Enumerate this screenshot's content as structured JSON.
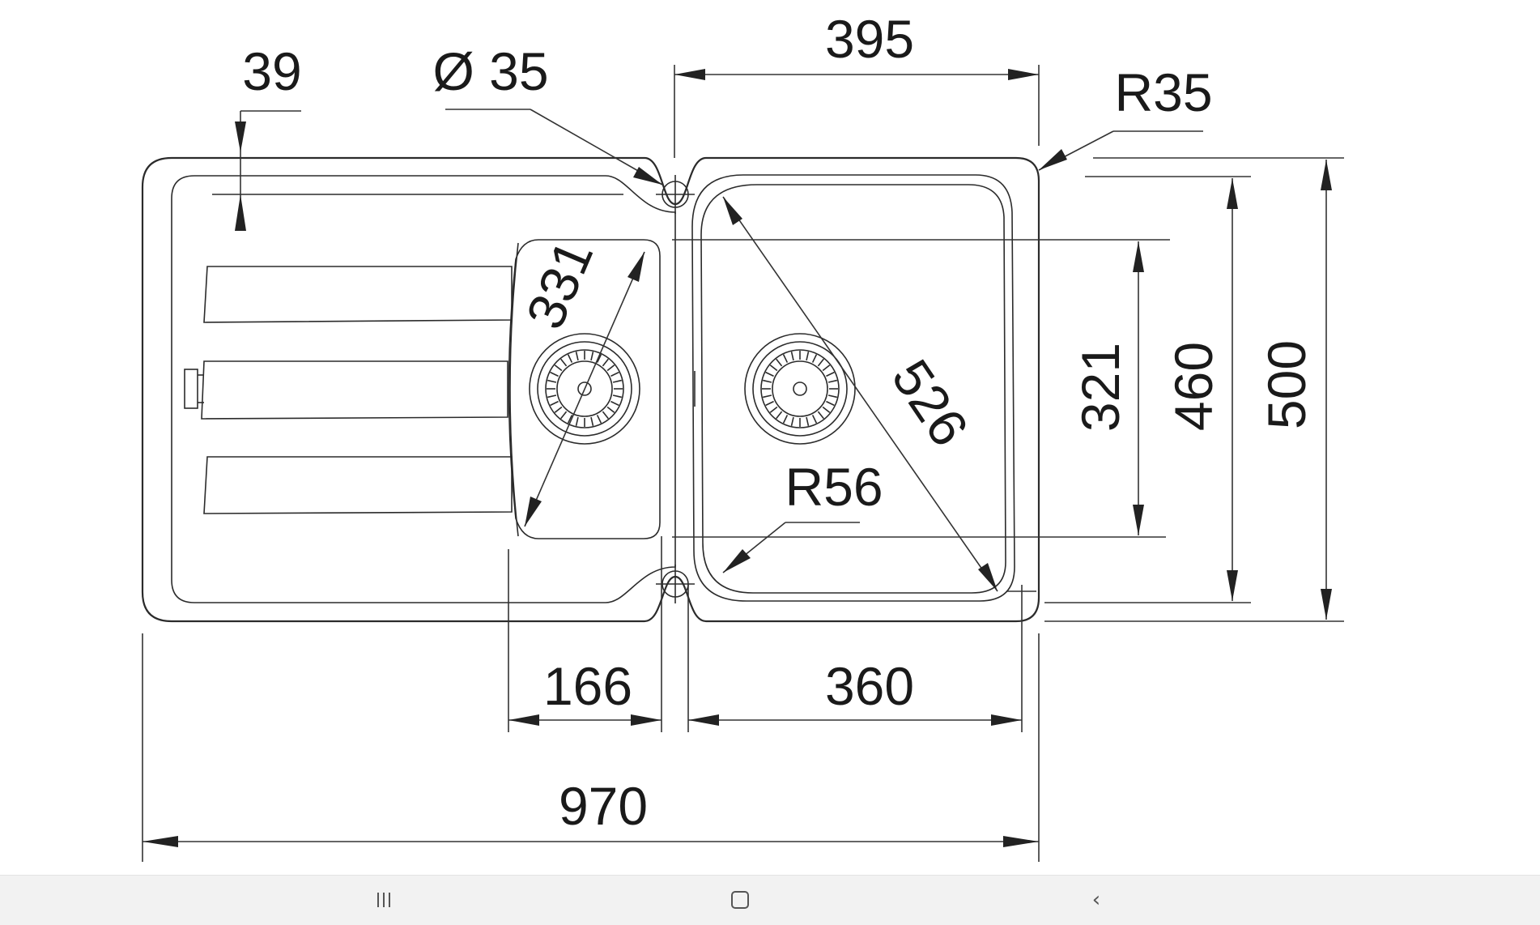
{
  "drawing": {
    "dimensions": {
      "faucet_offset": "39",
      "tap_hole_diameter": "Ø 35",
      "main_bowl_width": "395",
      "corner_radius_outer": "R35",
      "small_bowl_diagonal": "331",
      "main_bowl_diagonal": "526",
      "bowl_corner_radius": "R56",
      "main_bowl_depth": "321",
      "inner_depth": "460",
      "overall_depth": "500",
      "small_bowl_width": "166",
      "main_bowl_bottom_width": "360",
      "overall_width": "970"
    }
  },
  "navbar": {
    "recent_icon": "recent-apps-icon",
    "home_icon": "home-icon",
    "back_icon": "back-icon",
    "back_glyph": "‹"
  }
}
